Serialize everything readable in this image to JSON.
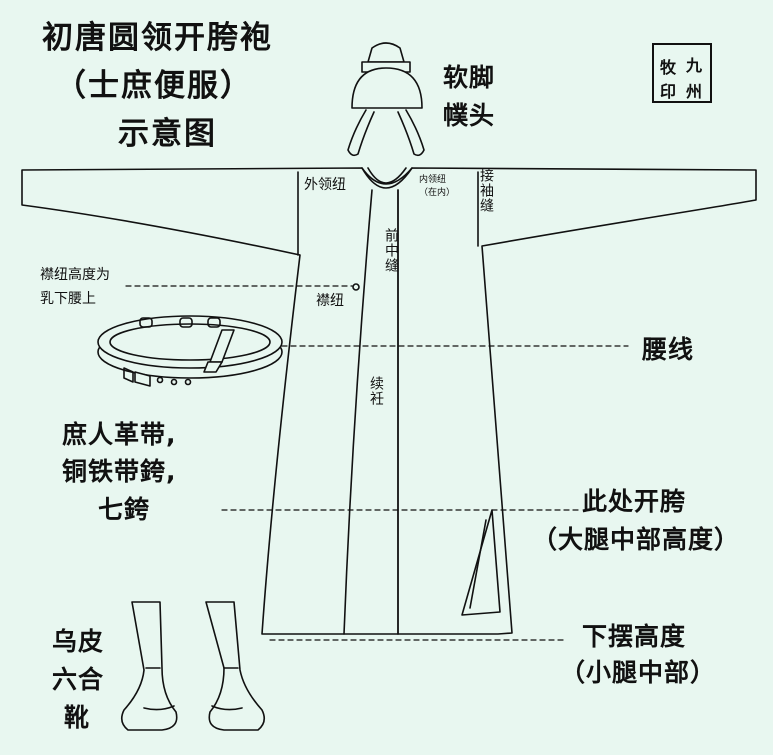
{
  "title": {
    "line1": "初唐圆领开胯袍",
    "line2": "（士庶便服）",
    "line3": "示意图"
  },
  "seal": {
    "chars": [
      "牧",
      "九",
      "印",
      "州"
    ]
  },
  "hat": {
    "line1": "软脚",
    "line2": "幞头"
  },
  "labels": {
    "outer_collar_button": "外领纽",
    "inner_collar_button": "内领纽",
    "inner_collar_note": "（在内）",
    "sleeve_seam": "接袖缝",
    "front_center_seam": "前中缝",
    "lapel_height_1": "襟纽高度为",
    "lapel_height_2": "乳下腰上",
    "lapel_button": "襟纽",
    "gusset": "续衽",
    "waistline": "腰线",
    "slit_1": "此处开胯",
    "slit_2": "（大腿中部高度）",
    "hem_1": "下摆高度",
    "hem_2": "（小腿中部）"
  },
  "belt": {
    "line1": "庶人革带,",
    "line2": "铜铁带銙,",
    "line3": "七銙"
  },
  "boots": {
    "line1": "乌皮",
    "line2": "六合",
    "line3": "靴"
  },
  "colors": {
    "background": "#e8f7f0",
    "line": "#111111"
  }
}
